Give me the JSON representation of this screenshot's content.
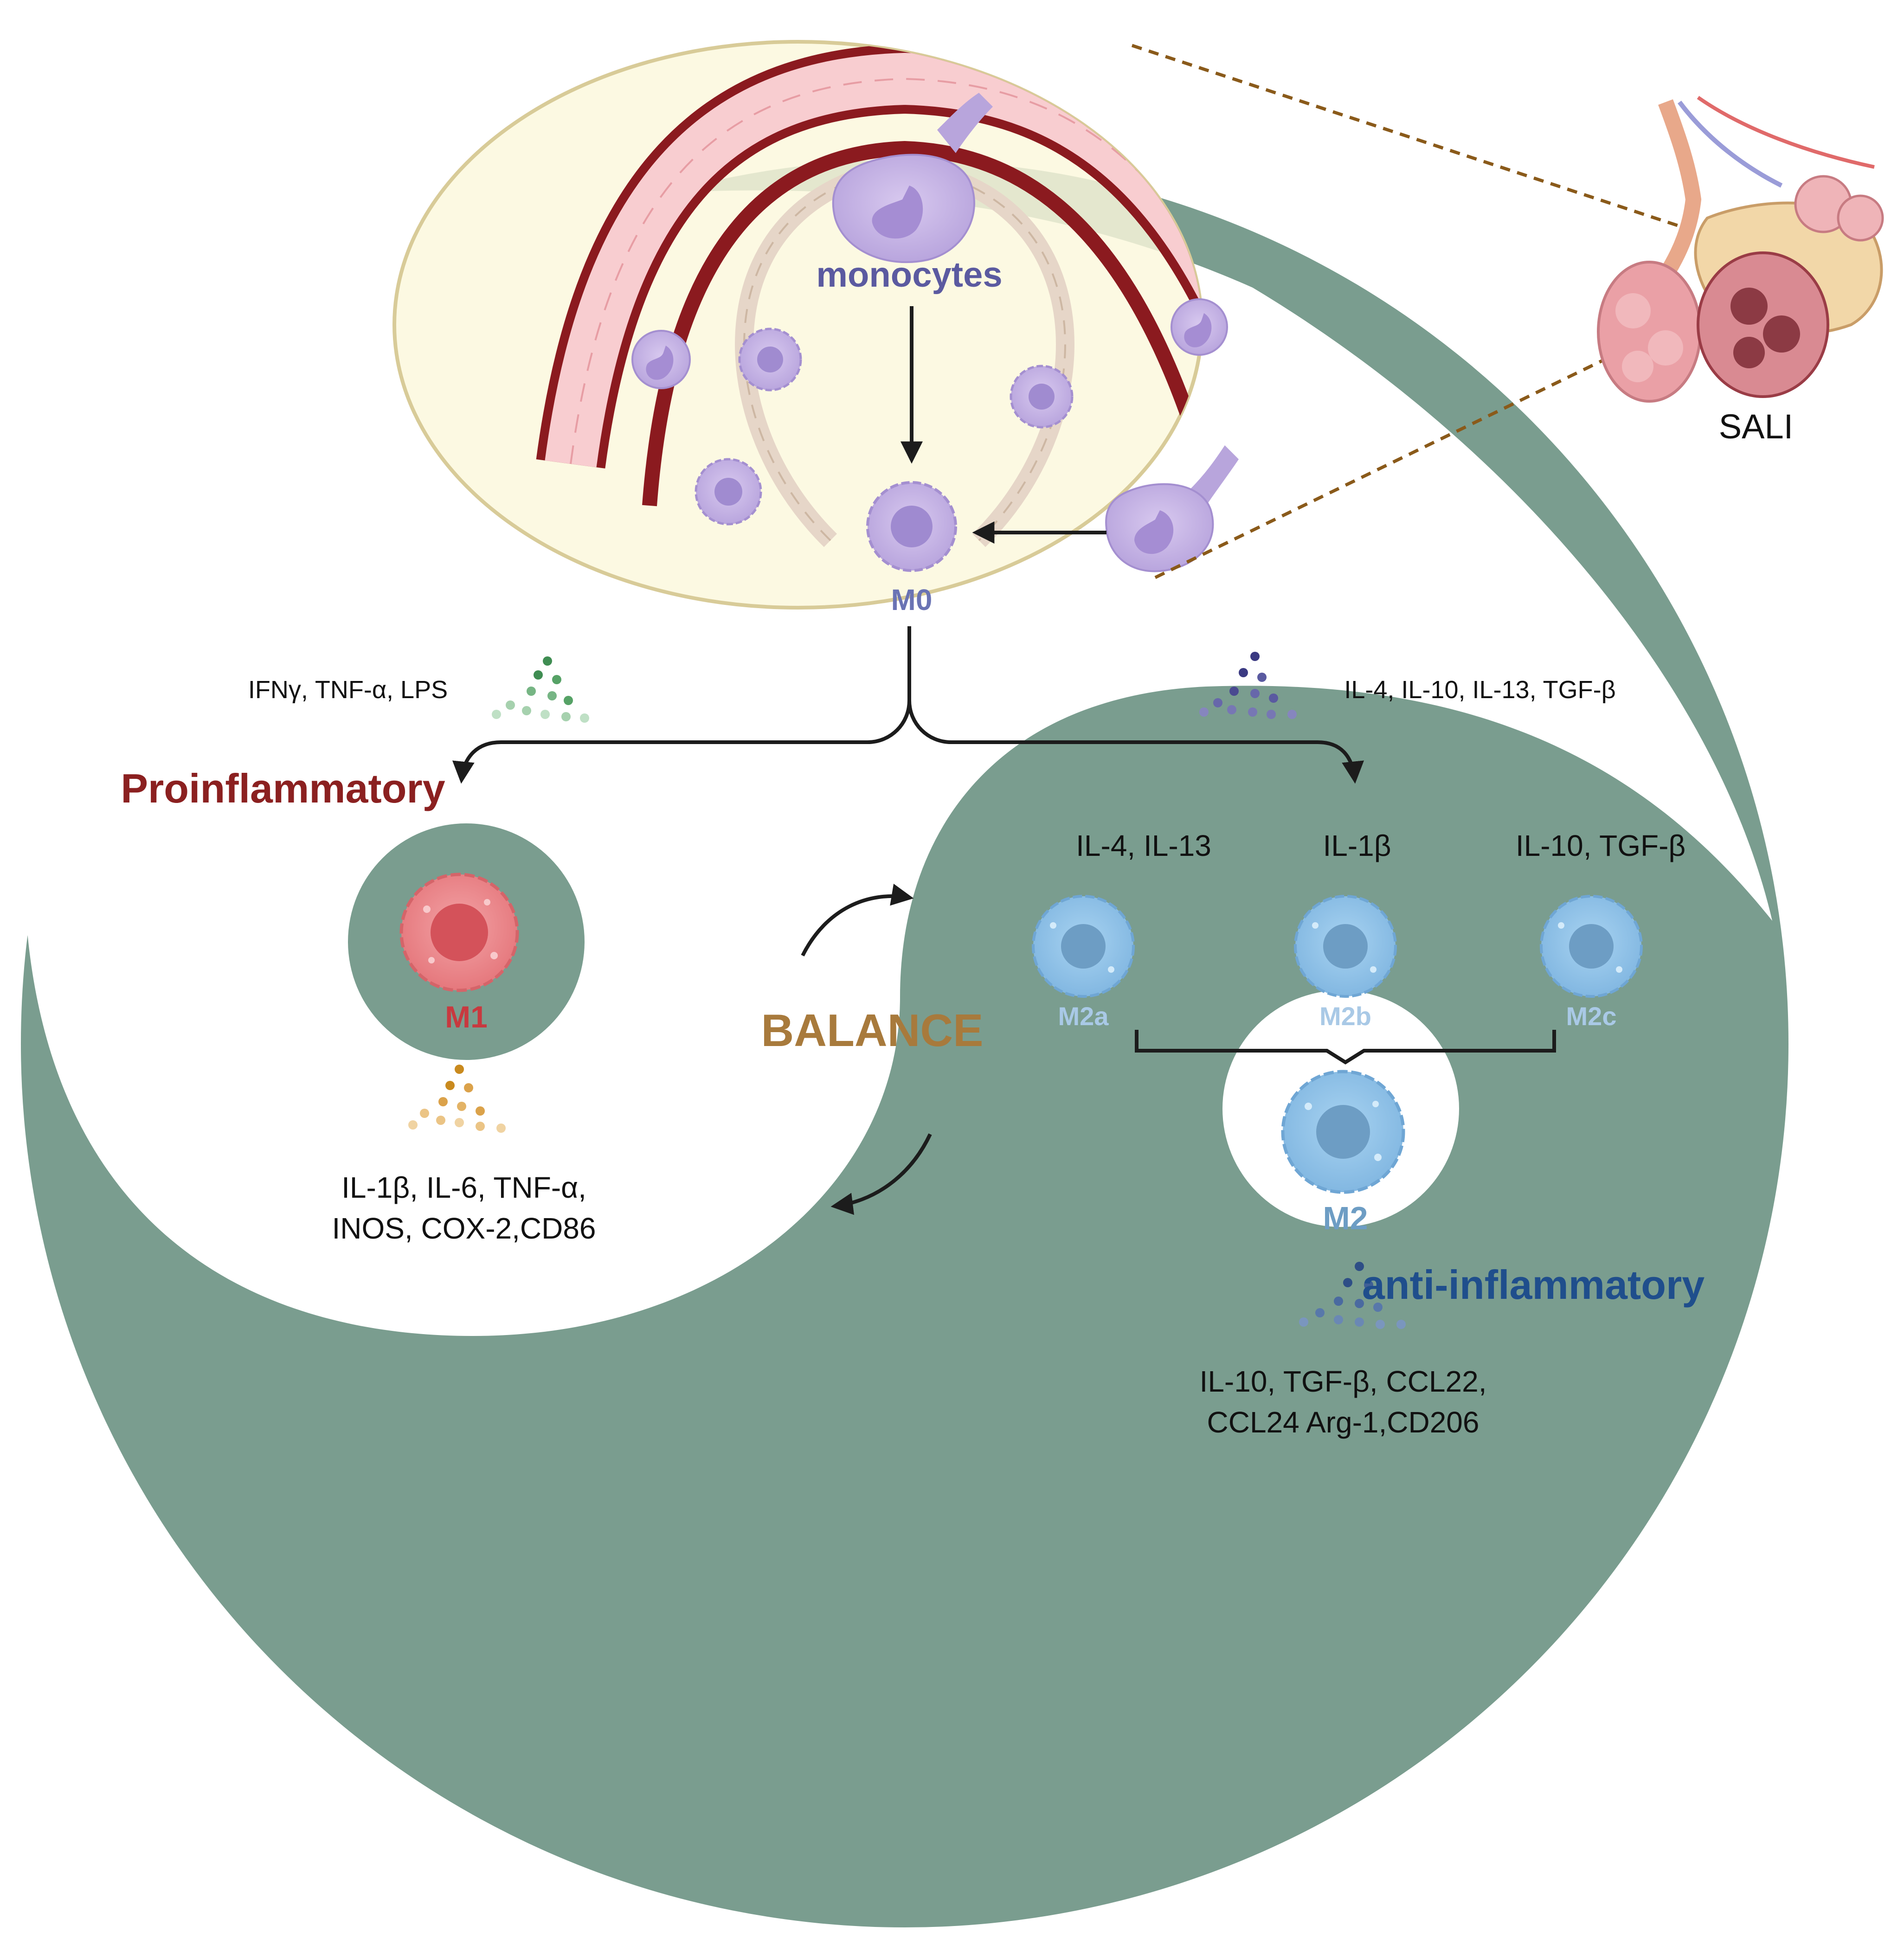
{
  "labels": {
    "monocytes": "monocytes",
    "m0": "M0",
    "sali": "SALI",
    "proinflammatory": "Proinflammatory",
    "anti_inflammatory": "anti-inflammatory",
    "balance": "BALANCE",
    "m1": "M1",
    "m2": "M2",
    "m2a": "M2a",
    "m2b": "M2b",
    "m2c": "M2c"
  },
  "stimuli": {
    "m1": "IFNγ, TNF-α, LPS",
    "m2": "IL-4, IL-10, IL-13, TGF-β"
  },
  "subtype_inducers": {
    "m2a": "IL-4, IL-13",
    "m2b": "IL-1β",
    "m2c": "IL-10, TGF-β"
  },
  "m1_markers": [
    "IL-1β, IL-6, TNF-α,",
    "INOS, COX-2,CD86"
  ],
  "m2_markers": [
    "IL-10, TGF-β, CCL22,",
    "CCL24 Arg-1,CD206"
  ],
  "colors": {
    "yin_green": "#7a9d8f",
    "rim_green": "#6e9686",
    "vessel_dark": "#8b1a1f",
    "vessel_pink": "#f8cdd0",
    "monocyte_purple": "#c7b4e4",
    "m1_red": "#e8787c",
    "m2_blue": "#8cc0e6",
    "proinflammatory": "#8b2020",
    "anti_inflammatory": "#1f4e8c",
    "balance": "#a87a3c",
    "monocytes_text": "#5b5aa0"
  }
}
